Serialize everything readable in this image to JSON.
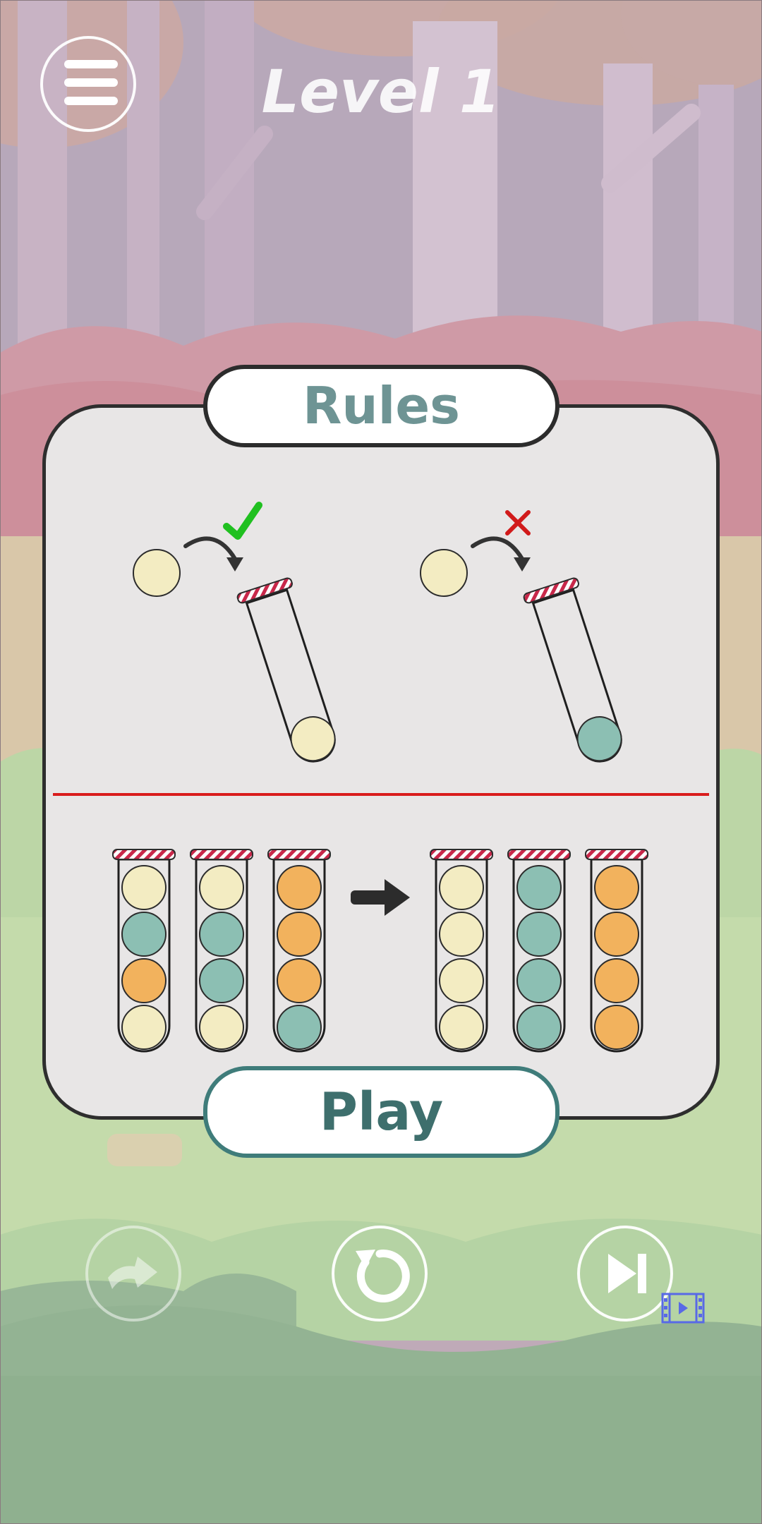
{
  "header": {
    "level_title": "Level 1"
  },
  "rules_panel": {
    "title": "Rules",
    "play_label": "Play",
    "rule_examples": [
      {
        "verdict": "allowed",
        "ball": "cream",
        "tube_bottom_ball": "cream",
        "mark": "check-icon"
      },
      {
        "verdict": "not-allowed",
        "ball": "cream",
        "tube_bottom_ball": "teal",
        "mark": "cross-icon"
      }
    ],
    "sort_example": {
      "before": [
        [
          "cream",
          "teal",
          "orange",
          "cream"
        ],
        [
          "cream",
          "teal",
          "teal",
          "cream"
        ],
        [
          "orange",
          "orange",
          "orange",
          "teal"
        ]
      ],
      "after": [
        [
          "cream",
          "cream",
          "cream",
          "cream"
        ],
        [
          "teal",
          "teal",
          "teal",
          "teal"
        ],
        [
          "orange",
          "orange",
          "orange",
          "orange"
        ]
      ]
    }
  },
  "bottom_bar": {
    "buttons": [
      "hint-icon",
      "restart-icon",
      "skip-level-icon"
    ],
    "skip_badge": "video-ad-icon"
  },
  "colors": {
    "cream": "#f3ecc2",
    "teal": "#8cbfb3",
    "orange": "#f2b25d",
    "outline": "#2c2c2c",
    "check": "#20c020",
    "cross": "#d11a1a",
    "divider": "#d91c1c",
    "video_icon": "#5869e6"
  }
}
